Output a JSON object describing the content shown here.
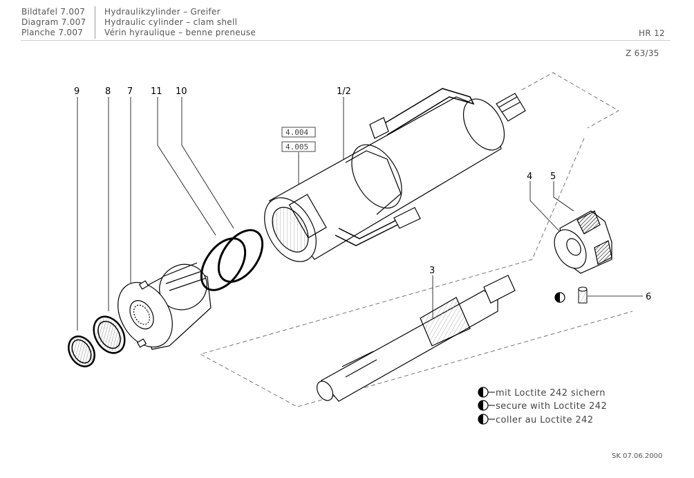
{
  "header": {
    "rows": [
      {
        "diagram": "Bildtafel 7.007",
        "title": "Hydraulikzylinder – Greifer"
      },
      {
        "diagram": "Diagram 7.007",
        "title": "Hydraulic cylinder – clam shell"
      },
      {
        "diagram": "Planche 7.007",
        "title": "Vérin hyraulique – benne preneuse"
      }
    ],
    "model": "HR 12",
    "drawing_no": "Z 63/35"
  },
  "parts": {
    "p9": "9",
    "p8": "8",
    "p7": "7",
    "p11": "11",
    "p10": "10",
    "p12": "1/2",
    "p4": "4",
    "p5": "5",
    "p3": "3",
    "p6": "6"
  },
  "ref_codes": [
    "4.004",
    "4.005"
  ],
  "legend": [
    "mit Loctite 242 sichern",
    "secure with Loctite 242",
    "coller au Loctite 242"
  ],
  "footer": "SK 07.06.2000"
}
